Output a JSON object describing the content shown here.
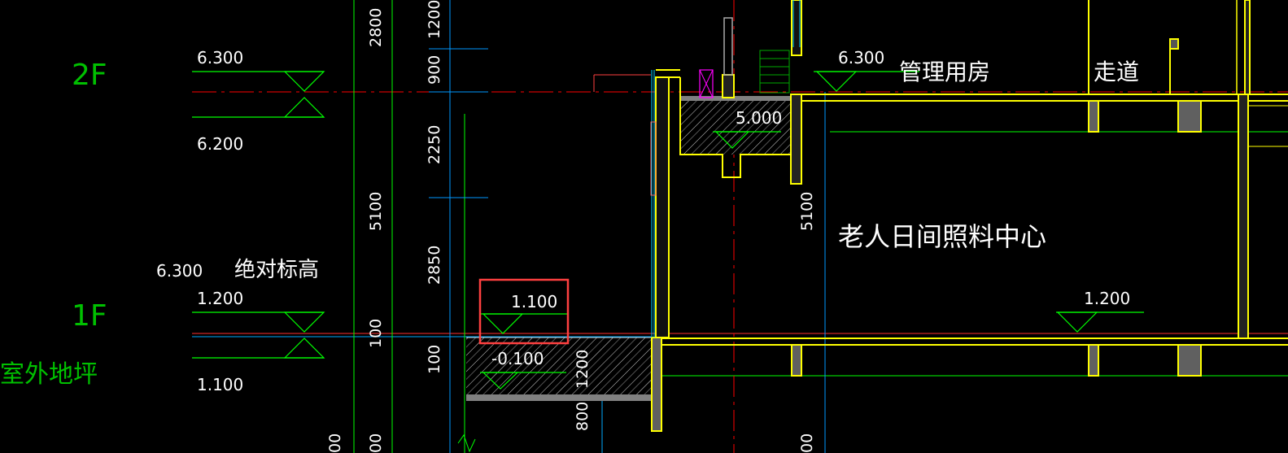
{
  "floors": {
    "f2": "2F",
    "f1": "1F"
  },
  "ground_label": "室外地坪",
  "absolute_elevation": {
    "value": "6.300",
    "label": "绝对标高"
  },
  "levels": {
    "left_top": "6.300",
    "left_mid": "6.200",
    "left_f1": "1.200",
    "left_bottom": "1.100",
    "boxed": "1.100",
    "below": "-0.100",
    "window_sill": "5.000",
    "right_top": "6.300",
    "right_f1": "1.200"
  },
  "rooms": {
    "management": "管理用房",
    "corridor": "走道",
    "daycare": "老人日间照料中心"
  },
  "dimensions": {
    "d2800": "2800",
    "d1200a": "1200",
    "d900": "900",
    "d2250": "2250",
    "d5100a": "5100",
    "d2850": "2850",
    "d100a": "100",
    "d100b": "100",
    "d1200b": "1200",
    "d800": "800",
    "d5100b": "5100",
    "d00a": "00",
    "d00b": "00",
    "d00c": "00"
  },
  "colors": {
    "background": "#000000",
    "green_line": "#00ff00",
    "yellow_wall": "#ffff00",
    "red_axis": "#ff0000",
    "blue_dim": "#0099ff",
    "gray_fill": "#808080",
    "magenta": "#ff00ff",
    "highlight_box": "#ff4040"
  }
}
